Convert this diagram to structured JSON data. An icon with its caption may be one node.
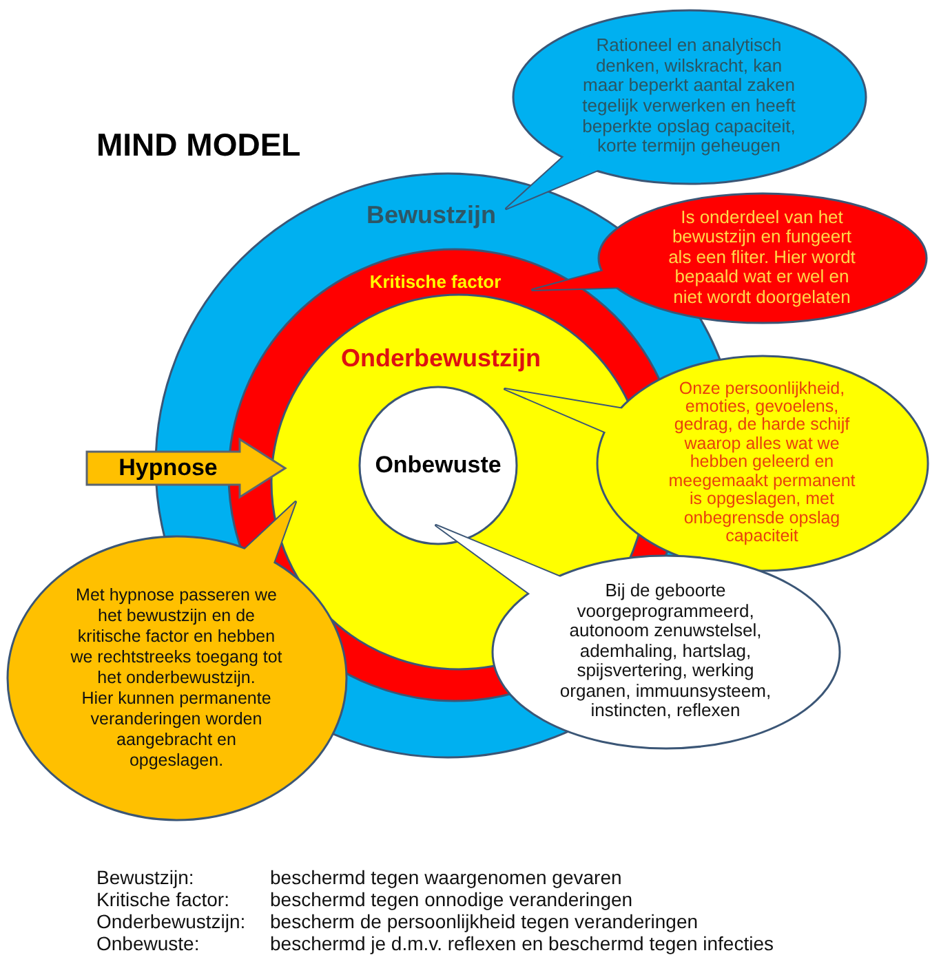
{
  "diagram": {
    "title": "MIND MODEL",
    "nodes": [
      {
        "text": [
          "Bewustzijn"
        ]
      },
      {
        "text": [
          "Kritische factor"
        ],
        "in": 0
      },
      {
        "text": [
          "Onderbewustzijn"
        ],
        "in": 1
      },
      {
        "text": [
          "Onbewuste"
        ],
        "in": 2
      },
      {
        "text": [
          "Rationeel en analytisch denken, wilskracht, kan maar beperkt aantal zaken tegelijk verwerken en heeft beperkte opslag capaciteit, korte termijn geheugen"
        ]
      },
      {
        "text": [
          "Is onderdeel van het bewustzijn en fungeert als een fliter. Hier wordt bepaald wat er wel en niet wordt doorgelaten"
        ]
      },
      {
        "text": [
          "Onze persoonlijkheid, emoties, gevoelens, gedrag, de harde schijf waarop alles wat we hebben geleerd en meegemaakt permanent is opgeslagen, met onbegrensde opslag capaciteit"
        ]
      },
      {
        "text": [
          "Hypnose"
        ]
      },
      {
        "text": [
          "Bij de geboorte voorgeprogrammeerd, autonoom zenuwstelsel, ademhaling, hartslag, spijsvertering, werking organen, immuunsysteem, instincten, reflexen"
        ]
      },
      {
        "text": [
          "Met hypnose passeren we het bewustzijn en de kritische factor en hebben we rechtstreeks toegang tot het onderbewustzijn.",
          "Hier kunnen permanente veranderingen worden aangebracht en opgeslagen."
        ]
      }
    ],
    "labels": [
      "Bewustzijn:",
      "beschermd tegen waargenomen gevaren",
      "Kritische factor:",
      "beschermd tegen onnodige veranderingen",
      "Onderbewustzijn:",
      "bescherm de persoonlijkheid tegen veranderingen",
      "Onbewuste:",
      "beschermd je d.m.v. reflexen en beschermd tegen infecties"
    ]
  }
}
